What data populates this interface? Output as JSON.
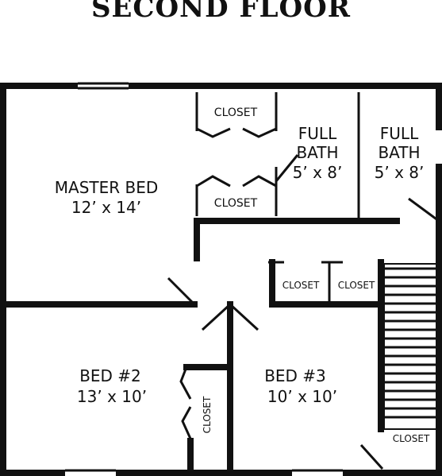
{
  "title": "SECOND FLOOR",
  "rooms": {
    "master": {
      "name": "MASTER BED",
      "size": "12’ x 14’"
    },
    "bath1": {
      "name_l1": "FULL",
      "name_l2": "BATH",
      "size": "5’ x 8’"
    },
    "bath2": {
      "name_l1": "FULL",
      "name_l2": "BATH",
      "size": "5’ x 8’"
    },
    "bed2": {
      "name": "BED #2",
      "size": "13’ x 10’"
    },
    "bed3": {
      "name": "BED #3",
      "size": "10’ x 10’"
    }
  },
  "closets": {
    "master_top": "CLOSET",
    "master_bottom": "CLOSET",
    "hall_left": "CLOSET",
    "hall_right": "CLOSET",
    "bed2": "CLOSET",
    "stair": "CLOSET"
  }
}
